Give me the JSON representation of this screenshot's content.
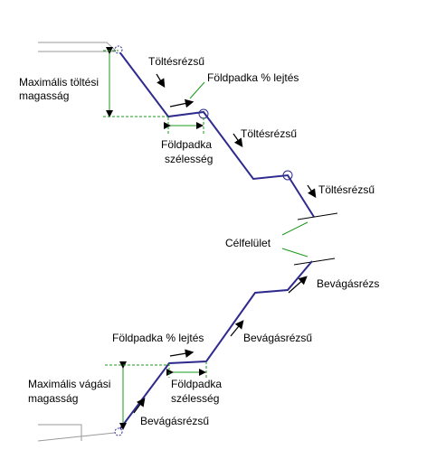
{
  "labels": {
    "fill_top": "Töltésrézsű",
    "max_fill_height_1": "Maximális töltési",
    "max_fill_height_2": "magasság",
    "bench_slope_fill": "Földpadka % lejtés",
    "bench_width_fill_1": "Földpadka",
    "bench_width_fill_2": "szélesség",
    "fill_mid": "Töltésrézsű",
    "fill_low": "Töltésrézsű",
    "target_surface": "Célfelület",
    "cut_top": "Bevágásrézs",
    "bench_slope_cut": "Földpadka % lejtés",
    "cut_mid": "Bevágásrézsű",
    "max_cut_height_1": "Maximális vágási",
    "max_cut_height_2": "magasság",
    "bench_width_cut_1": "Földpadka",
    "bench_width_cut_2": "szélesség",
    "cut_bottom": "Bevágásrézsű"
  },
  "colors": {
    "slope_line": "#2e2a8e",
    "dimension": "#1a9a1a",
    "ground": "#9a9a9a",
    "target": "#000000",
    "arrow": "#000000"
  },
  "icons": {
    "hinge_point": "dotted-circle",
    "bench_marker": "circle"
  }
}
